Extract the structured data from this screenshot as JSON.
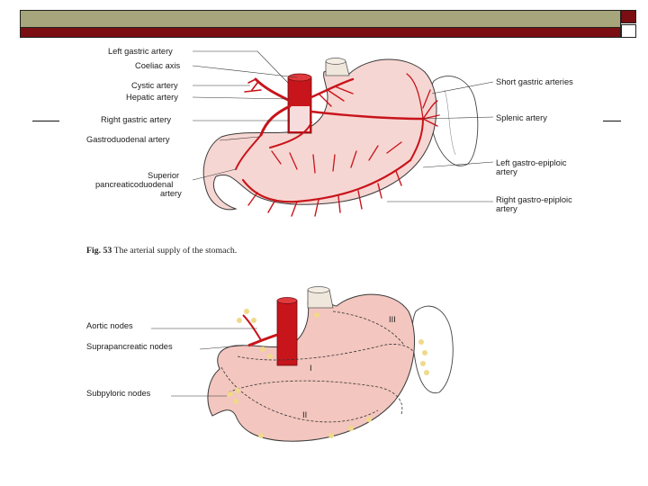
{
  "figure1": {
    "labels_left": {
      "left_gastric": "Left gastric artery",
      "coeliac": "Coeliac axis",
      "cystic": "Cystic artery",
      "hepatic": "Hepatic artery",
      "right_gastric": "Right gastric artery",
      "gastroduodenal": "Gastroduodenal artery",
      "sup_panc_1": "Superior",
      "sup_panc_2": "pancreaticoduodenal",
      "sup_panc_3": "artery"
    },
    "labels_right": {
      "short_gastric": "Short gastric arteries",
      "splenic": "Splenic artery",
      "left_ge_1": "Left gastro-epiploic",
      "left_ge_2": "artery",
      "right_ge_1": "Right gastro-epiploic",
      "right_ge_2": "artery"
    },
    "caption_num": "Fig. 53",
    "caption_text": "The arterial supply of the stomach."
  },
  "figure2": {
    "labels": {
      "aortic": "Aortic nodes",
      "suprapancreatic": "Suprapancreatic nodes",
      "subpyloric": "Subpyloric nodes"
    },
    "zones": {
      "zone1": "I",
      "zone2": "II",
      "zone3": "III"
    }
  },
  "colors": {
    "olive_band": "#a6a57c",
    "maroon_band": "#7a0e12",
    "stomach_fill": "#f6d6d2",
    "artery_red": "#c8141b",
    "node_yellow": "#f0d98a"
  }
}
